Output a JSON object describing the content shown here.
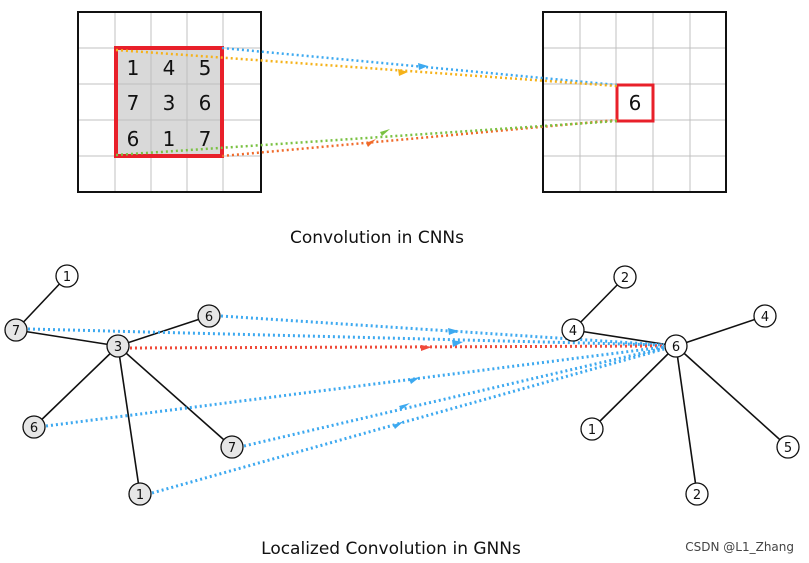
{
  "colors": {
    "blue": "#3da9f0",
    "orange": "#f5b21a",
    "green": "#7ac142",
    "red_orange": "#f06a2a",
    "red": "#f04a3a",
    "highlight": "#e8202a",
    "grid": "#c0c0c0",
    "border": "#111111",
    "cell_fill": "#d9d9d9",
    "node_fill": "#e6e6e6",
    "node_fill_light": "#ffffff"
  },
  "cnn": {
    "caption": "Convolution in CNNs",
    "input_kernel": [
      [
        "1",
        "4",
        "5"
      ],
      [
        "7",
        "3",
        "6"
      ],
      [
        "6",
        "1",
        "7"
      ]
    ],
    "output_value": "6"
  },
  "gnn": {
    "caption": "Localized Convolution in GNNs",
    "left_nodes": {
      "n1top": "1",
      "n7": "7",
      "n3": "3",
      "n6a": "6",
      "n6b": "6",
      "n7b": "7",
      "n1b": "1"
    },
    "right_nodes": {
      "n2top": "2",
      "n4a": "4",
      "n6c": "6",
      "n4b": "4",
      "n1r": "1",
      "n5": "5",
      "n2b": "2"
    }
  },
  "watermark": "CSDN @L1_Zhang"
}
